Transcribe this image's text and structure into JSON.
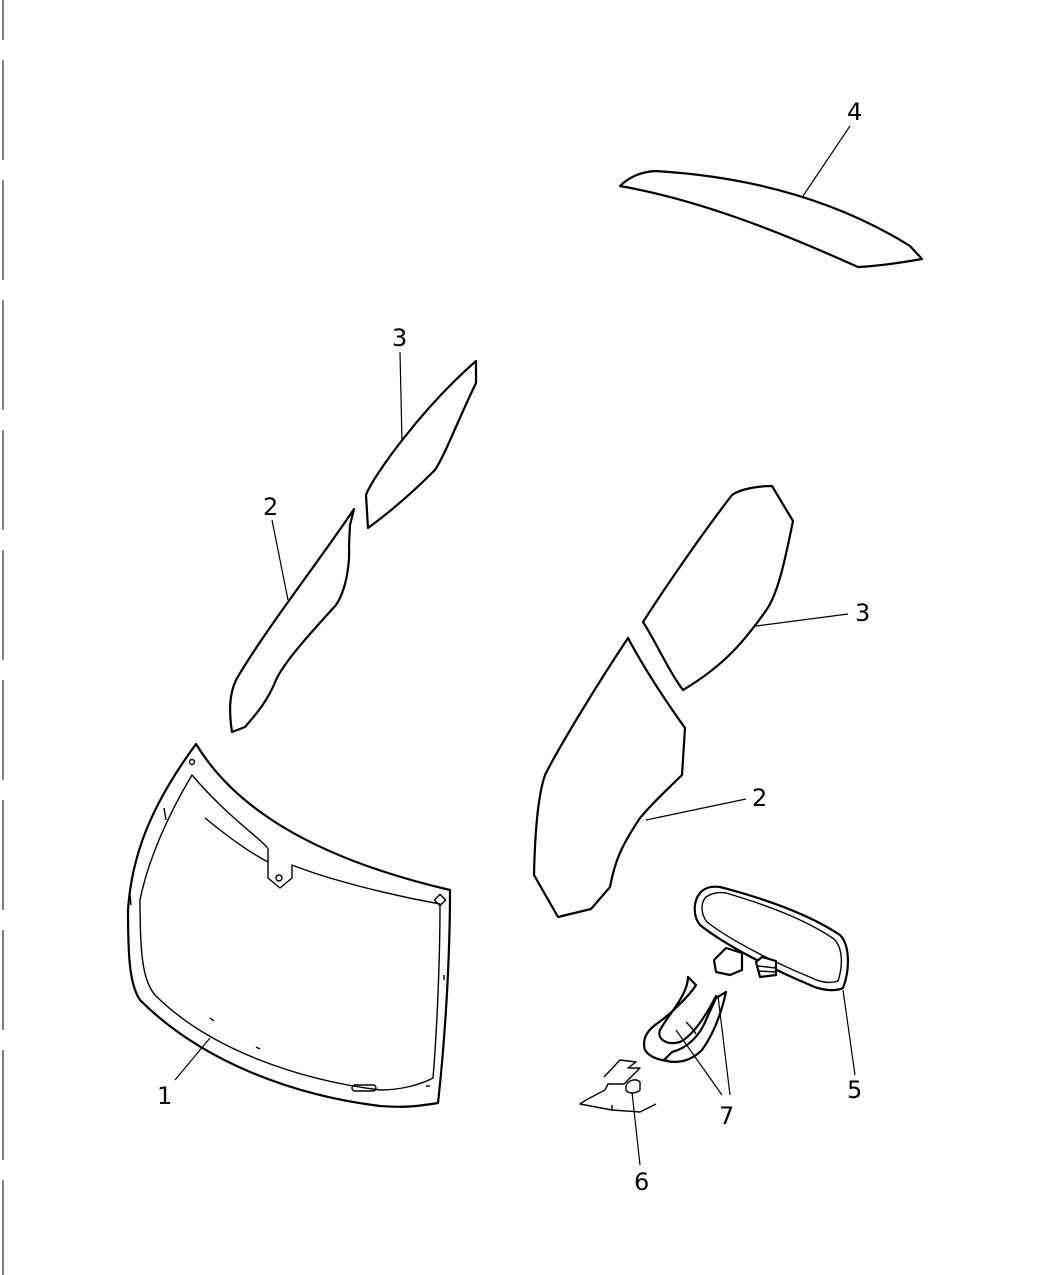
{
  "callouts": {
    "windshield": "1",
    "door_glass_left": "2",
    "quarter_glass_left": "3",
    "back_glass": "4",
    "quarter_glass_right": "3",
    "door_glass_right": "2",
    "mirror": "5",
    "mirror_bracket": "6",
    "mirror_cover": "7"
  },
  "colors": {
    "line": "#000000",
    "background": "#ffffff"
  }
}
